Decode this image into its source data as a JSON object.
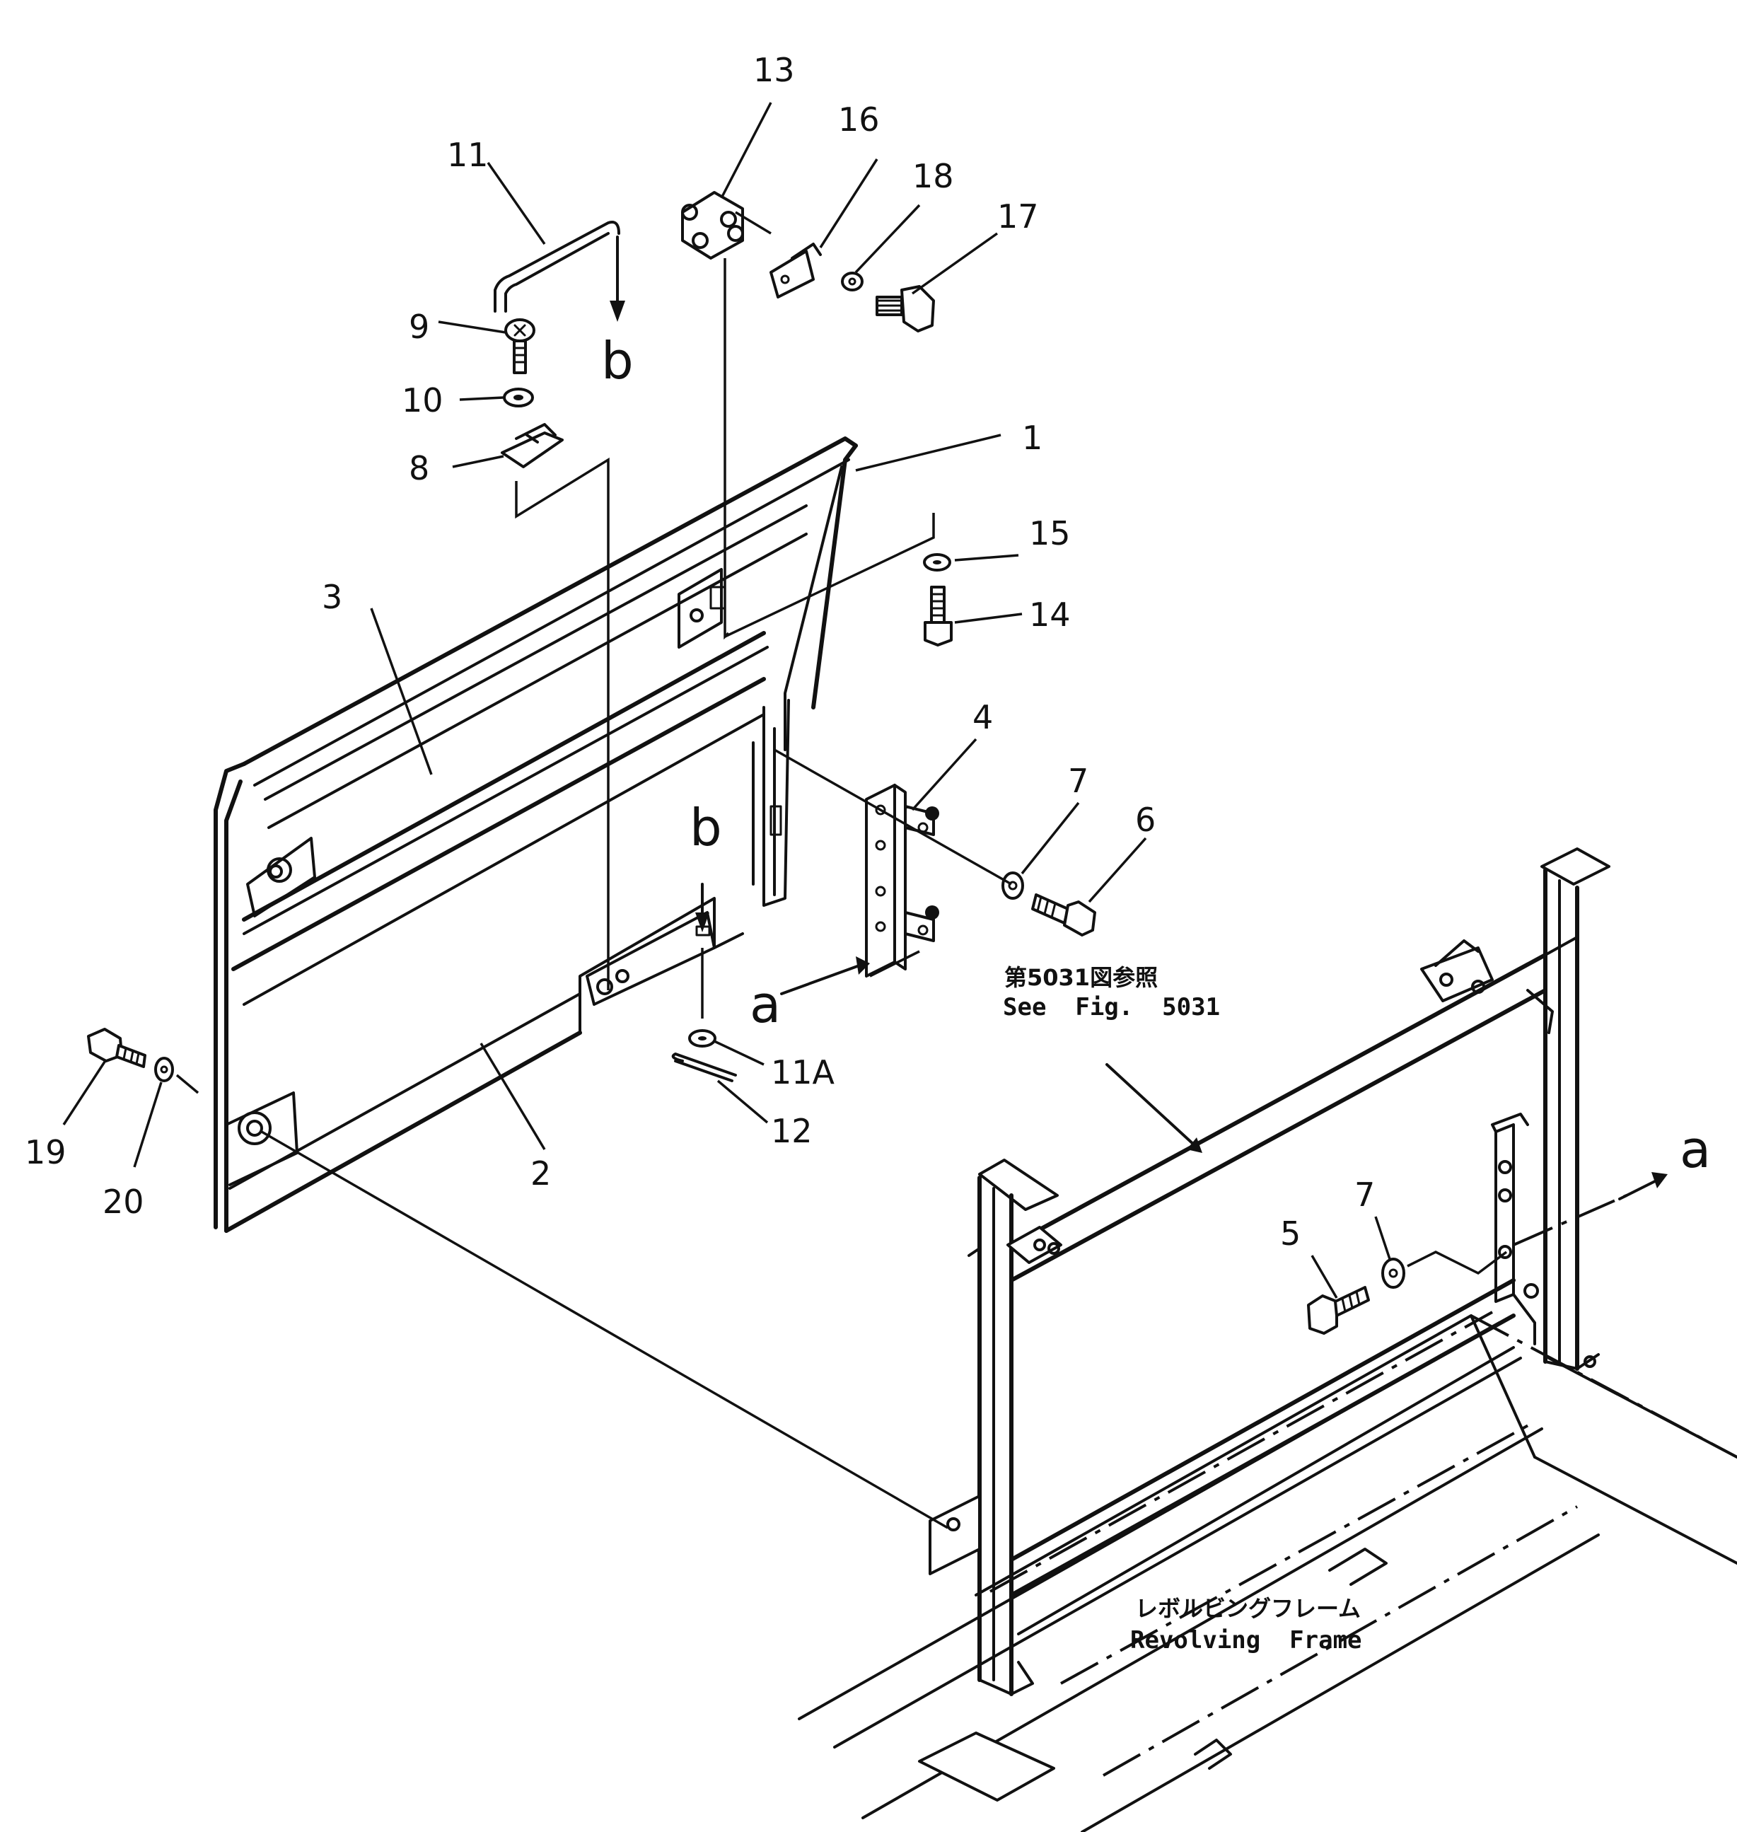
{
  "callouts": {
    "c1": "1",
    "c2": "2",
    "c3": "3",
    "c4": "4",
    "c5": "5",
    "c6": "6",
    "c7a": "7",
    "c7b": "7",
    "c8": "8",
    "c9": "9",
    "c10": "10",
    "c11": "11",
    "c11a": "11A",
    "c12": "12",
    "c13": "13",
    "c14": "14",
    "c15": "15",
    "c16": "16",
    "c17": "17",
    "c18": "18",
    "c19": "19",
    "c20": "20"
  },
  "view_markers": {
    "b_top": "b",
    "b_mid": "b",
    "a_left": "a",
    "a_right": "a"
  },
  "notes": {
    "reference_jp": "第5031図参照",
    "reference_en": "See  Fig.  5031",
    "frame_jp": "レボルビングフレーム",
    "frame_en": "Revolving  Frame"
  }
}
